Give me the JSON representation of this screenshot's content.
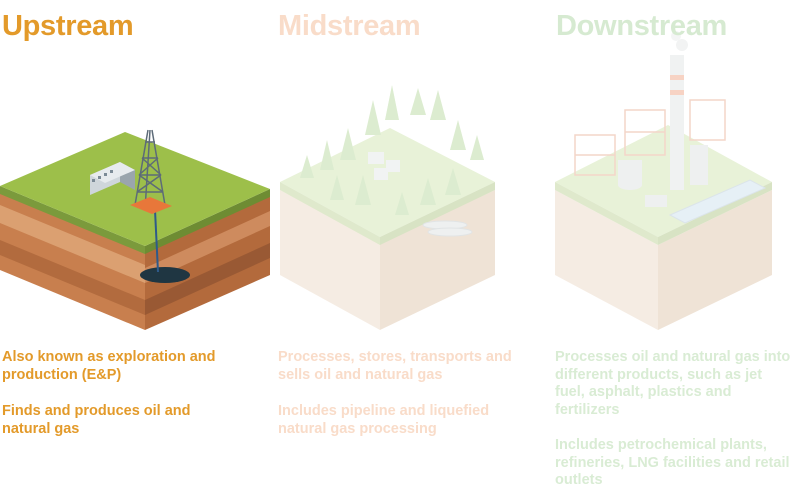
{
  "upstream": {
    "title": "Upstream",
    "p1": "Also known as exploration and production (E&P)",
    "p2": "Finds and produces oil and natural gas",
    "color": "#e39a2a"
  },
  "midstream": {
    "title": "Midstream",
    "p1": "Processes, stores, transports and sells oil and natural gas",
    "p2": "Includes pipeline and liquefied natural gas processing",
    "color": "#f9dcc9"
  },
  "downstream": {
    "title": "Downstream",
    "p1": "Processes oil and natural gas into different products, such as jet fuel, asphalt, plastics and fertilizers",
    "p2": "Includes petrochemical plants, refineries, LNG facilities and retail outlets",
    "color": "#d6ead1"
  }
}
